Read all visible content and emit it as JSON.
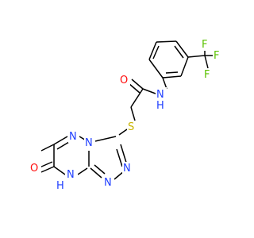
{
  "colors": {
    "carbon_bond": "#000000",
    "nitrogen": "#1F3FFF",
    "oxygen": "#FF0D0D",
    "sulfur": "#C8B400",
    "fluorine": "#5BC200",
    "background": "#ffffff"
  },
  "atoms": {
    "o_amide": "O",
    "n_amide": "N",
    "h_amide": "H",
    "s_thio": "S",
    "n_tri_top": "N",
    "n_bridge": "N",
    "n_tri_a": "N",
    "n_tri_b": "N",
    "n_ring_nh": "N",
    "h_ring_nh": "H",
    "o_keto": "O",
    "f_top": "F",
    "f_right": "F",
    "f_bottom": "F"
  }
}
